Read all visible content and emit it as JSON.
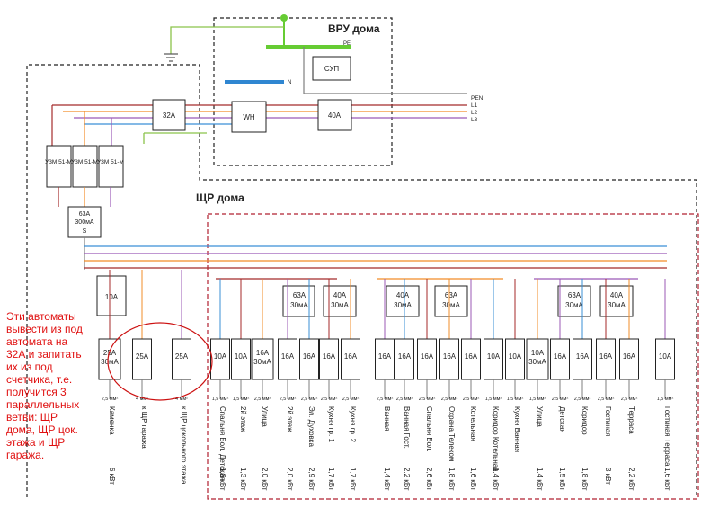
{
  "titles": {
    "vru": "ВРУ дома",
    "shr": "ЩР дома"
  },
  "vru": {
    "pe_label": "PE",
    "n_label": "N",
    "sup_label": "СУП",
    "main_breaker": "32А",
    "meter": "WH",
    "vru_breaker": "40А"
  },
  "bus_labels": [
    "PEN",
    "L1",
    "L2",
    "L3"
  ],
  "uzm": [
    "УЗМ 51-М",
    "УЗМ 51-М",
    "УЗМ 51-М"
  ],
  "rcd_main": [
    "63А",
    "300мА",
    "S"
  ],
  "breaker_10a_top": "10А",
  "rcd_units": [
    [
      "63А",
      "30мА"
    ],
    [
      "40А",
      "30мА"
    ],
    [
      "40А",
      "30мА"
    ],
    [
      "63А",
      "30мА"
    ],
    [
      "63А",
      "30мА"
    ],
    [
      "40А",
      "30мА"
    ]
  ],
  "circuits": [
    {
      "breaker": [
        "25А",
        "30мА"
      ],
      "cable": "2,5 мм²",
      "name": "Каменка",
      "power": "6 кВт"
    },
    {
      "breaker": [
        "25А"
      ],
      "cable": "4 мм²",
      "name": "к ЩР гаража",
      "power": ""
    },
    {
      "breaker": [
        "25А"
      ],
      "cable": "4 мм²",
      "name": "к ЩР цокольного этажа",
      "power": ""
    },
    {
      "breaker": [
        "10А"
      ],
      "cable": "1,5 мм²",
      "name": "Спальня Бол. Детская",
      "power": "1,8 кВт"
    },
    {
      "breaker": [
        "10А"
      ],
      "cable": "1,5 мм²",
      "name": "2й этаж",
      "power": "1,3 кВт"
    },
    {
      "breaker": [
        "16А",
        "30мА"
      ],
      "cable": "2,5 мм²",
      "name": "Улица",
      "power": "2,0 кВт"
    },
    {
      "breaker": [
        "16А"
      ],
      "cable": "2,5 мм²",
      "name": "2й этаж",
      "power": "2,0 кВт"
    },
    {
      "breaker": [
        "16А"
      ],
      "cable": "2,5 мм²",
      "name": "Эл. Духовка",
      "power": "2,9 кВт"
    },
    {
      "breaker": [
        "16А"
      ],
      "cable": "2,5 мм²",
      "name": "Кухня гр. 1",
      "power": "1,7 кВт"
    },
    {
      "breaker": [
        "16А"
      ],
      "cable": "2,5 мм²",
      "name": "Кухня гр. 2",
      "power": "1,7 кВт"
    },
    {
      "breaker": [
        "16А"
      ],
      "cable": "2,5 мм²",
      "name": "Ванная",
      "power": "1,4 кВт"
    },
    {
      "breaker": [
        "16А"
      ],
      "cable": "2,5 мм²",
      "name": "Ванная Гост.",
      "power": "2,2 кВт"
    },
    {
      "breaker": [
        "16А"
      ],
      "cable": "2,5 мм²",
      "name": "Спальня Бол.",
      "power": "2,6 кВт"
    },
    {
      "breaker": [
        "16А"
      ],
      "cable": "2,5 мм²",
      "name": "Охрана Телеком",
      "power": "1,8 кВт"
    },
    {
      "breaker": [
        "16А"
      ],
      "cable": "2,5 мм²",
      "name": "Котельная",
      "power": "1,6 кВт"
    },
    {
      "breaker": [
        "10А"
      ],
      "cable": "1,5 мм²",
      "name": "Коридор Котельная",
      "power": "1,4 кВт"
    },
    {
      "breaker": [
        "10А"
      ],
      "cable": "1,5 мм²",
      "name": "Кухня Ванная",
      "power": ""
    },
    {
      "breaker": [
        "10А",
        "30мА"
      ],
      "cable": "1,5 мм²",
      "name": "Улица",
      "power": "1,4 кВт"
    },
    {
      "breaker": [
        "16А"
      ],
      "cable": "2,5 мм²",
      "name": "Детская",
      "power": "1,5 кВт"
    },
    {
      "breaker": [
        "16А"
      ],
      "cable": "2,5 мм²",
      "name": "Коридор",
      "power": "1,8 кВт"
    },
    {
      "breaker": [
        "16А"
      ],
      "cable": "2,5 мм²",
      "name": "Гостиная",
      "power": "3 кВт"
    },
    {
      "breaker": [
        "16А"
      ],
      "cable": "2,5 мм²",
      "name": "Терраса",
      "power": "2,2 кВт"
    },
    {
      "breaker": [
        "10А"
      ],
      "cable": "1,5 мм²",
      "name": "Гостиная Терраса",
      "power": "1,6 кВт"
    }
  ],
  "note": "Эти автоматы вывести из под автомата на 32А и запитать их из под счетчика, т.е. получится 3 параллельных ветви: ЩР дома, ЩР цок. этажа и ЩР гаража.",
  "colors": {
    "pen": "#7f7f7f",
    "l1": "#a52a2a",
    "l2": "#f28c28",
    "l3": "#9b59b6",
    "n": "#3a8fd6",
    "pe": "#8bc34a",
    "vru_bus_n": "#2f86d1",
    "pe_bus": "#66cc33",
    "note": "#e01010",
    "annotation_circle": "#cc1111"
  }
}
